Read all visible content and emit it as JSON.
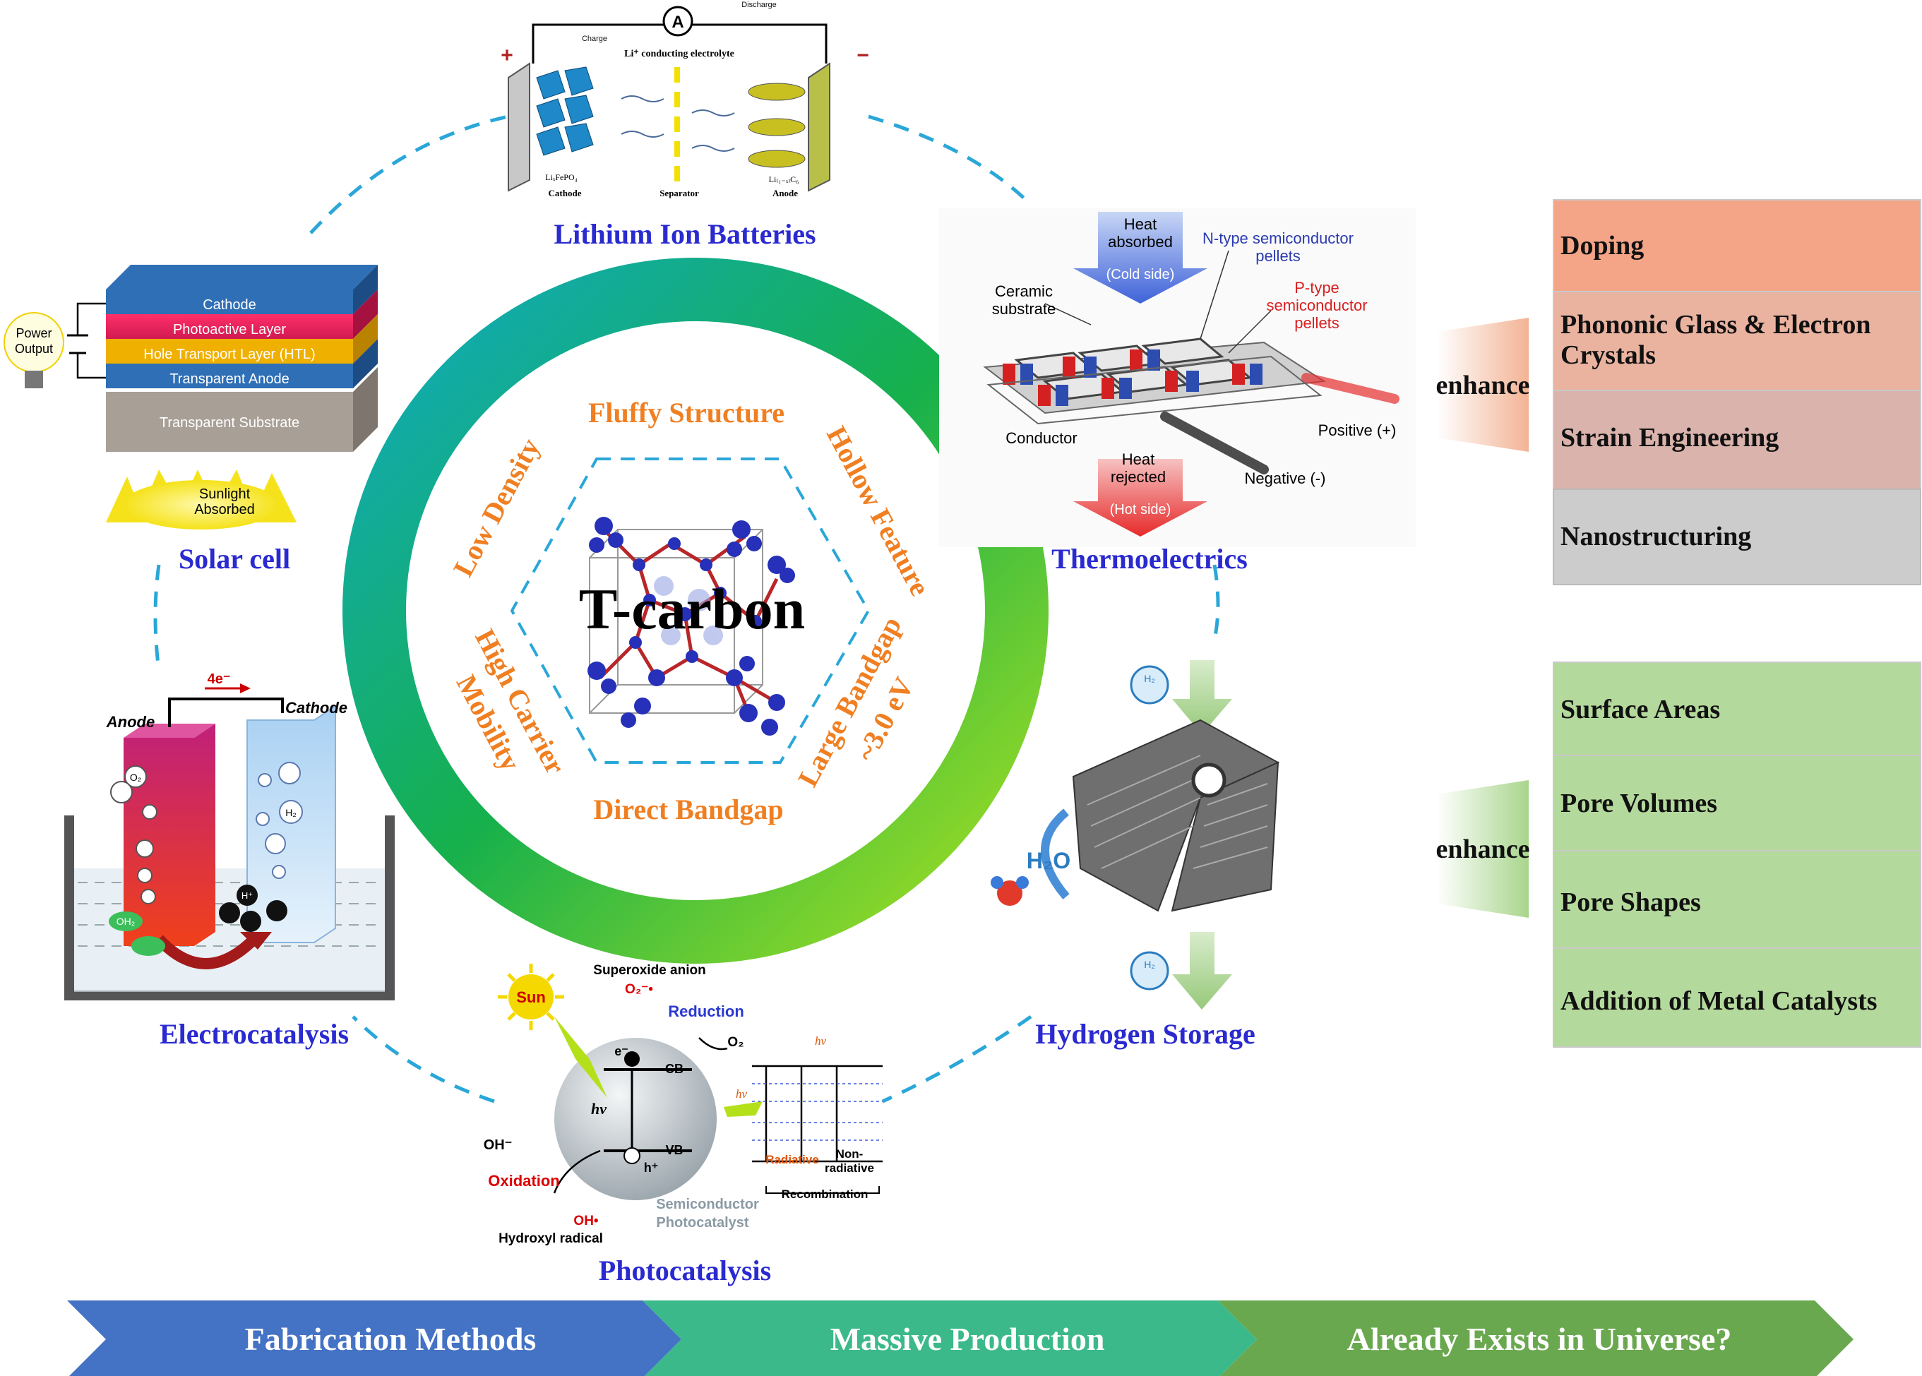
{
  "center": {
    "title": "T-carbon",
    "properties": [
      "Fluffy Structure",
      "Hollow Feature",
      "Large Bandgap",
      "~3.0 eV",
      "Direct Bandgap",
      "High Carrier",
      "Mobility",
      "Low Density"
    ]
  },
  "applications": {
    "batteries": "Lithium Ion Batteries",
    "thermo": "Thermoelectrics",
    "hydrogen": "Hydrogen Storage",
    "photo": "Photocatalysis",
    "electro": "Electrocatalysis",
    "solar": "Solar cell"
  },
  "solar_layers": [
    "Cathode",
    "Photoactive Layer",
    "Hole Transport Layer (HTL)",
    "Transparent Anode",
    "Transparent Substrate"
  ],
  "solar_misc": {
    "power": "Power",
    "output": "Output",
    "sun1": "Sunlight",
    "sun2": "Absorbed"
  },
  "battery_labels": {
    "electrolyte": "Li⁺ conducting electrolyte",
    "cathode": "Cathode",
    "separator": "Separator",
    "anode": "Anode",
    "charge": "Charge",
    "discharge": "Discharge",
    "ammeter": "A",
    "cathode_formula": "LiₓFePO₄",
    "anode_formula": "Li₍₁₋ₓ₎C₆",
    "plus": "+",
    "minus": "−"
  },
  "thermo_labels": {
    "heat_absorbed1": "Heat",
    "heat_absorbed2": "absorbed",
    "cold": "(Cold side)",
    "ntype1": "N-type semiconductor",
    "ntype2": "pellets",
    "ptype1": "P-type",
    "ptype2": "semiconductor",
    "ptype3": "pellets",
    "ceramic1": "Ceramic",
    "ceramic2": "substrate",
    "conductor": "Conductor",
    "positive": "Positive (+)",
    "negative": "Negative (-)",
    "heat_rejected1": "Heat",
    "heat_rejected2": "rejected",
    "hot": "(Hot side)"
  },
  "electro_labels": {
    "anode": "Anode",
    "cathode": "Cathode",
    "electrons": "4e⁻",
    "o2": "O₂",
    "h2": "H₂",
    "hplus": "H⁺",
    "oh2": "OH₂"
  },
  "photo_labels": {
    "sun": "Sun",
    "superoxide": "Superoxide anion",
    "o2radical": "O₂⁻•",
    "reduction": "Reduction",
    "o2": "O₂",
    "cb": "CB",
    "vb": "VB",
    "electron": "e⁻",
    "hole": "h⁺",
    "hv": "hν",
    "oh": "OH⁻",
    "oxidation": "Oxidation",
    "ohradical": "OH•",
    "hydroxyl": "Hydroxyl radical",
    "semi1": "Semiconductor",
    "semi2": "Photocatalyst",
    "radiative": "Radiative",
    "nonrad1": "Non-",
    "nonrad2": "radiative",
    "recombination": "Recombination"
  },
  "hydrogen_labels": {
    "h2": "H₂",
    "h2o": "H₂O"
  },
  "enhance_label": "enhance",
  "thermo_strategies": [
    "Doping",
    "Phononic Glass & Electron",
    "Crystals",
    "Strain Engineering",
    "Nanostructuring"
  ],
  "storage_strategies": [
    "Surface Areas",
    "Pore Volumes",
    "Pore Shapes",
    "Addition of Metal Catalysts"
  ],
  "bottom_arrows": [
    "Fabrication Methods",
    "Massive Production",
    "Already Exists in Universe?"
  ],
  "colors": {
    "app_label": "#2a2ad0",
    "property": "#f07f22",
    "dashed": "#2aa7d8",
    "ring_start": "#10a9c0",
    "ring_mid": "#16b04c",
    "ring_end": "#a8e020",
    "arrow1": "#4472c4",
    "arrow2": "#3cb98a",
    "arrow3": "#6aa84f",
    "doping": "#f4a587",
    "phononic": "#eab3a0",
    "strain": "#d9b3ac",
    "nano": "#cccccc",
    "storage_box": "#b4d99c"
  }
}
